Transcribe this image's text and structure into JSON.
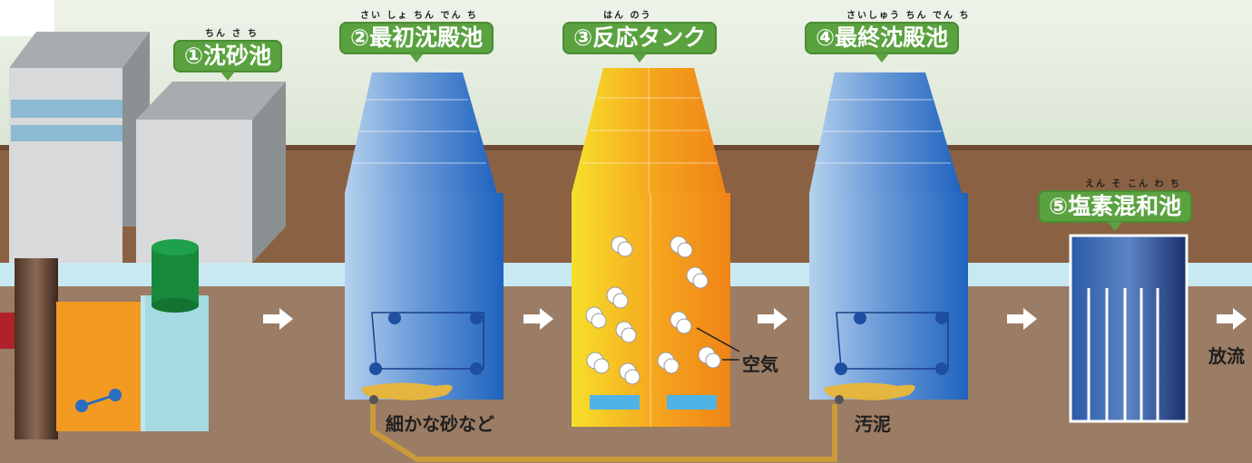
{
  "stages": [
    {
      "ruby": "ちん さ ち",
      "label": "①沈砂池"
    },
    {
      "ruby": "さい しょ ちん でん ち",
      "label": "②最初沈殿池"
    },
    {
      "ruby": "はん のう",
      "label": "③反応タンク"
    },
    {
      "ruby": "さいしゅう ちん でん ち",
      "label": "④最終沈殿池"
    },
    {
      "ruby": "えん そ こん わ ち",
      "label": "⑤塩素混和池"
    }
  ],
  "labels": {
    "fine_sand": "細かな砂など",
    "air": "空気",
    "sludge": "汚泥",
    "discharge": "放流"
  },
  "icons": {
    "flow_arrow": "right-arrow-icon"
  },
  "colors": {
    "sky": "#e3ecde",
    "soil": "#8a6243",
    "ground": "#9b7c64",
    "label_green": "#5aa23f",
    "water": "#bfe3ec",
    "settling_blue": "#2a6dc1",
    "reaction_orange": "#f08a1a",
    "reaction_yellow": "#f4d51c",
    "sludge_pipe": "#c99a3a"
  }
}
